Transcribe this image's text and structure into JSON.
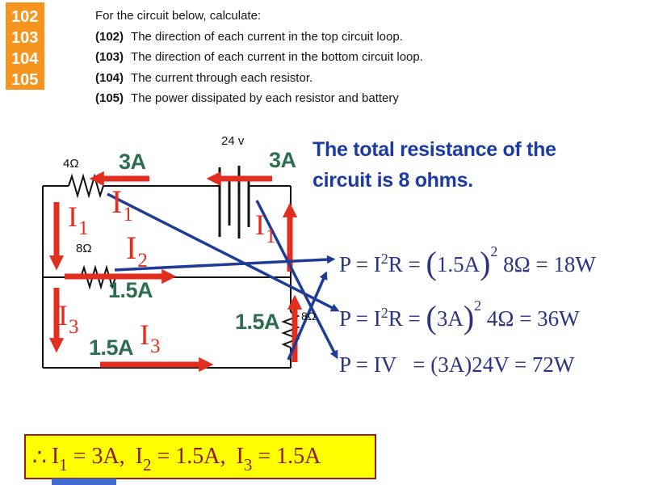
{
  "problem_numbers": [
    "102",
    "103",
    "104",
    "105"
  ],
  "header": {
    "intro": "For the circuit below, calculate:",
    "items": [
      {
        "num": "(102)",
        "text": "The direction of each current in the top circuit loop."
      },
      {
        "num": "(103)",
        "text": "The direction of each current in the bottom circuit loop."
      },
      {
        "num": "(104)",
        "text": "The current through each resistor."
      },
      {
        "num": "(105)",
        "text": "The power dissipated by each resistor and battery"
      }
    ]
  },
  "circuit": {
    "battery_voltage": "24 v",
    "resistor_top": "4Ω",
    "resistor_middle": "8Ω",
    "resistor_right": "8Ω",
    "current_top_left": "3A",
    "current_top_right": "3A",
    "current_middle": "1.5A",
    "current_bottom": "1.5A",
    "current_right": "1.5A",
    "i1": {
      "base": "I",
      "sub": "1"
    },
    "i2": {
      "base": "I",
      "sub": "2"
    },
    "i3": {
      "base": "I",
      "sub": "3"
    }
  },
  "note": {
    "line1": "The total resistance of the",
    "line2": "circuit is 8 ohms."
  },
  "equations": [
    {
      "lead": "P = I",
      "sup_a": "2",
      "mid": "R = ",
      "open": "(",
      "inner": "1.5A",
      "close": ")",
      "sup_b": "2",
      "tail": " 8Ω = 18W"
    },
    {
      "lead": "P = I",
      "sup_a": "2",
      "mid": "R = ",
      "open": "(",
      "inner": "3A",
      "close": ")",
      "sup_b": "2",
      "tail": " 4Ω = 36W"
    },
    {
      "lead": "P = IV",
      "tail": "= (3A)24V = 72W"
    }
  ],
  "result": {
    "therefore": "∴",
    "entries": [
      {
        "base": "I",
        "sub": "1",
        "value": " = 3A,"
      },
      {
        "base": "I",
        "sub": "2",
        "value": " = 1.5A,"
      },
      {
        "base": "I",
        "sub": "3",
        "value": " = 1.5A"
      }
    ]
  },
  "colors": {
    "orange_box": "#F7941E",
    "current_red": "#E22E1E",
    "amp_green": "#2D6E4F",
    "annotation_blue": "#1E3C96",
    "note_blue": "#1B3AA4",
    "equation_blue": "#2B3482",
    "result_maroon": "#8E1A12",
    "result_yellow": "#FFFF00",
    "bottom_bar_blue": "#4169D0"
  }
}
